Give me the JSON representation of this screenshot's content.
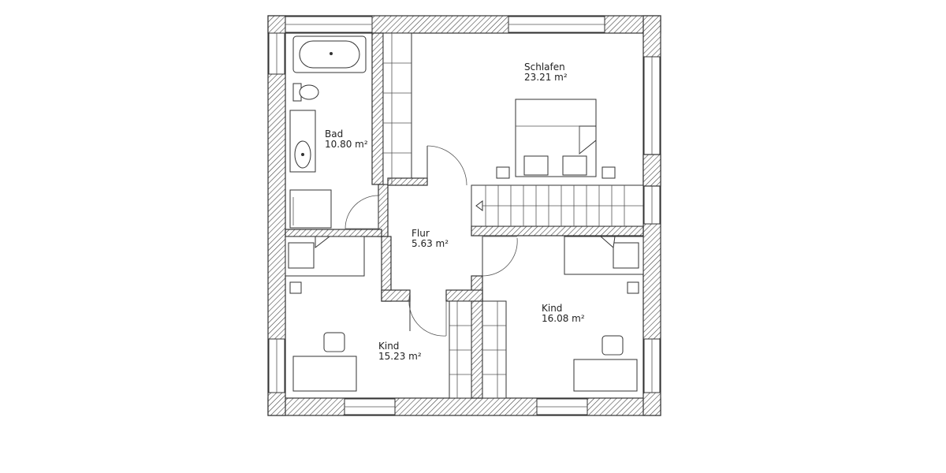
{
  "rooms": [
    {
      "id": "schlafen",
      "name": "Schlafen",
      "area": "23.21 m²"
    },
    {
      "id": "bad",
      "name": "Bad",
      "area": "10.80 m²"
    },
    {
      "id": "flur",
      "name": "Flur",
      "area": "5.63 m²"
    },
    {
      "id": "kind-left",
      "name": "Kind",
      "area": "15.23 m²"
    },
    {
      "id": "kind-right",
      "name": "Kind",
      "area": "16.08 m²"
    }
  ],
  "colors": {
    "wall_stroke": "#333333",
    "background": "#ffffff"
  }
}
